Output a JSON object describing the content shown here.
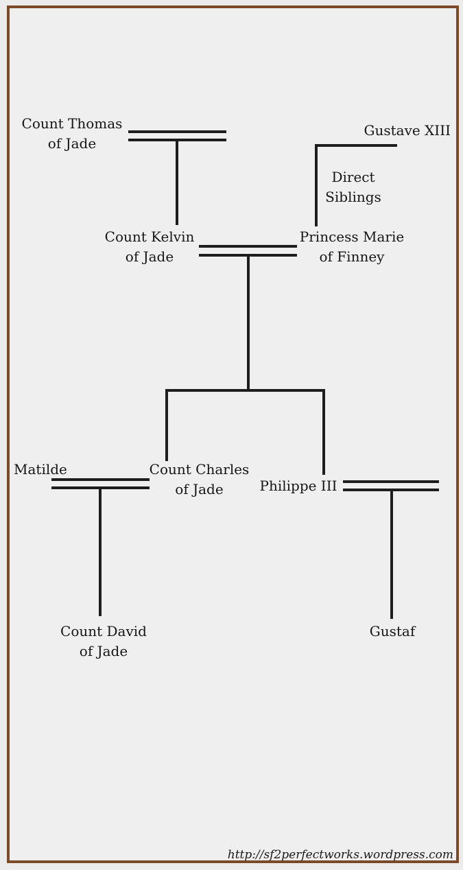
{
  "people": {
    "thomas": {
      "line1": "Count Thomas",
      "line2": "of Jade"
    },
    "gustave": {
      "line1": "Gustave XIII"
    },
    "siblings": {
      "line1": "Direct",
      "line2": "Siblings"
    },
    "kelvin": {
      "line1": "Count Kelvin",
      "line2": "of Jade"
    },
    "marie": {
      "line1": "Princess Marie",
      "line2": "of Finney"
    },
    "matilde": {
      "line1": "Matilde"
    },
    "charles": {
      "line1": "Count Charles",
      "line2": "of Jade"
    },
    "philippe": {
      "line1": "Philippe III"
    },
    "david": {
      "line1": "Count David",
      "line2": "of Jade"
    },
    "gustaf": {
      "line1": "Gustaf"
    }
  },
  "watermark": "http://sf2perfectworks.wordpress.com",
  "colors": {
    "line": "#1e1e1e",
    "frame": "#7a4a2a",
    "paper": "#efefef"
  }
}
